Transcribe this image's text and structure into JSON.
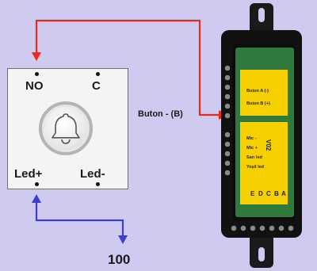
{
  "panel": {
    "labels": {
      "no": "NO",
      "c": "C",
      "led_plus": "Led+",
      "led_minus": "Led-"
    },
    "icon": "bell-icon"
  },
  "connection_label": "Buton - (B)",
  "resistor_value": "100",
  "module": {
    "top_labels": [
      "Buton A (-)",
      "Buton B (+)"
    ],
    "bottom_title": "V02",
    "bottom_labels": [
      "Mic -",
      "Mic +",
      "Sarı led",
      "Yeşil led"
    ],
    "terminal_letters": [
      "A",
      "B",
      "C",
      "D",
      "E"
    ]
  },
  "colors": {
    "background": "#cfcbf0",
    "red_wire": "#e8291c",
    "blue_wire": "#3a3fcf",
    "pcb_green": "#2f7a3c",
    "label_yellow": "#f7d000"
  }
}
